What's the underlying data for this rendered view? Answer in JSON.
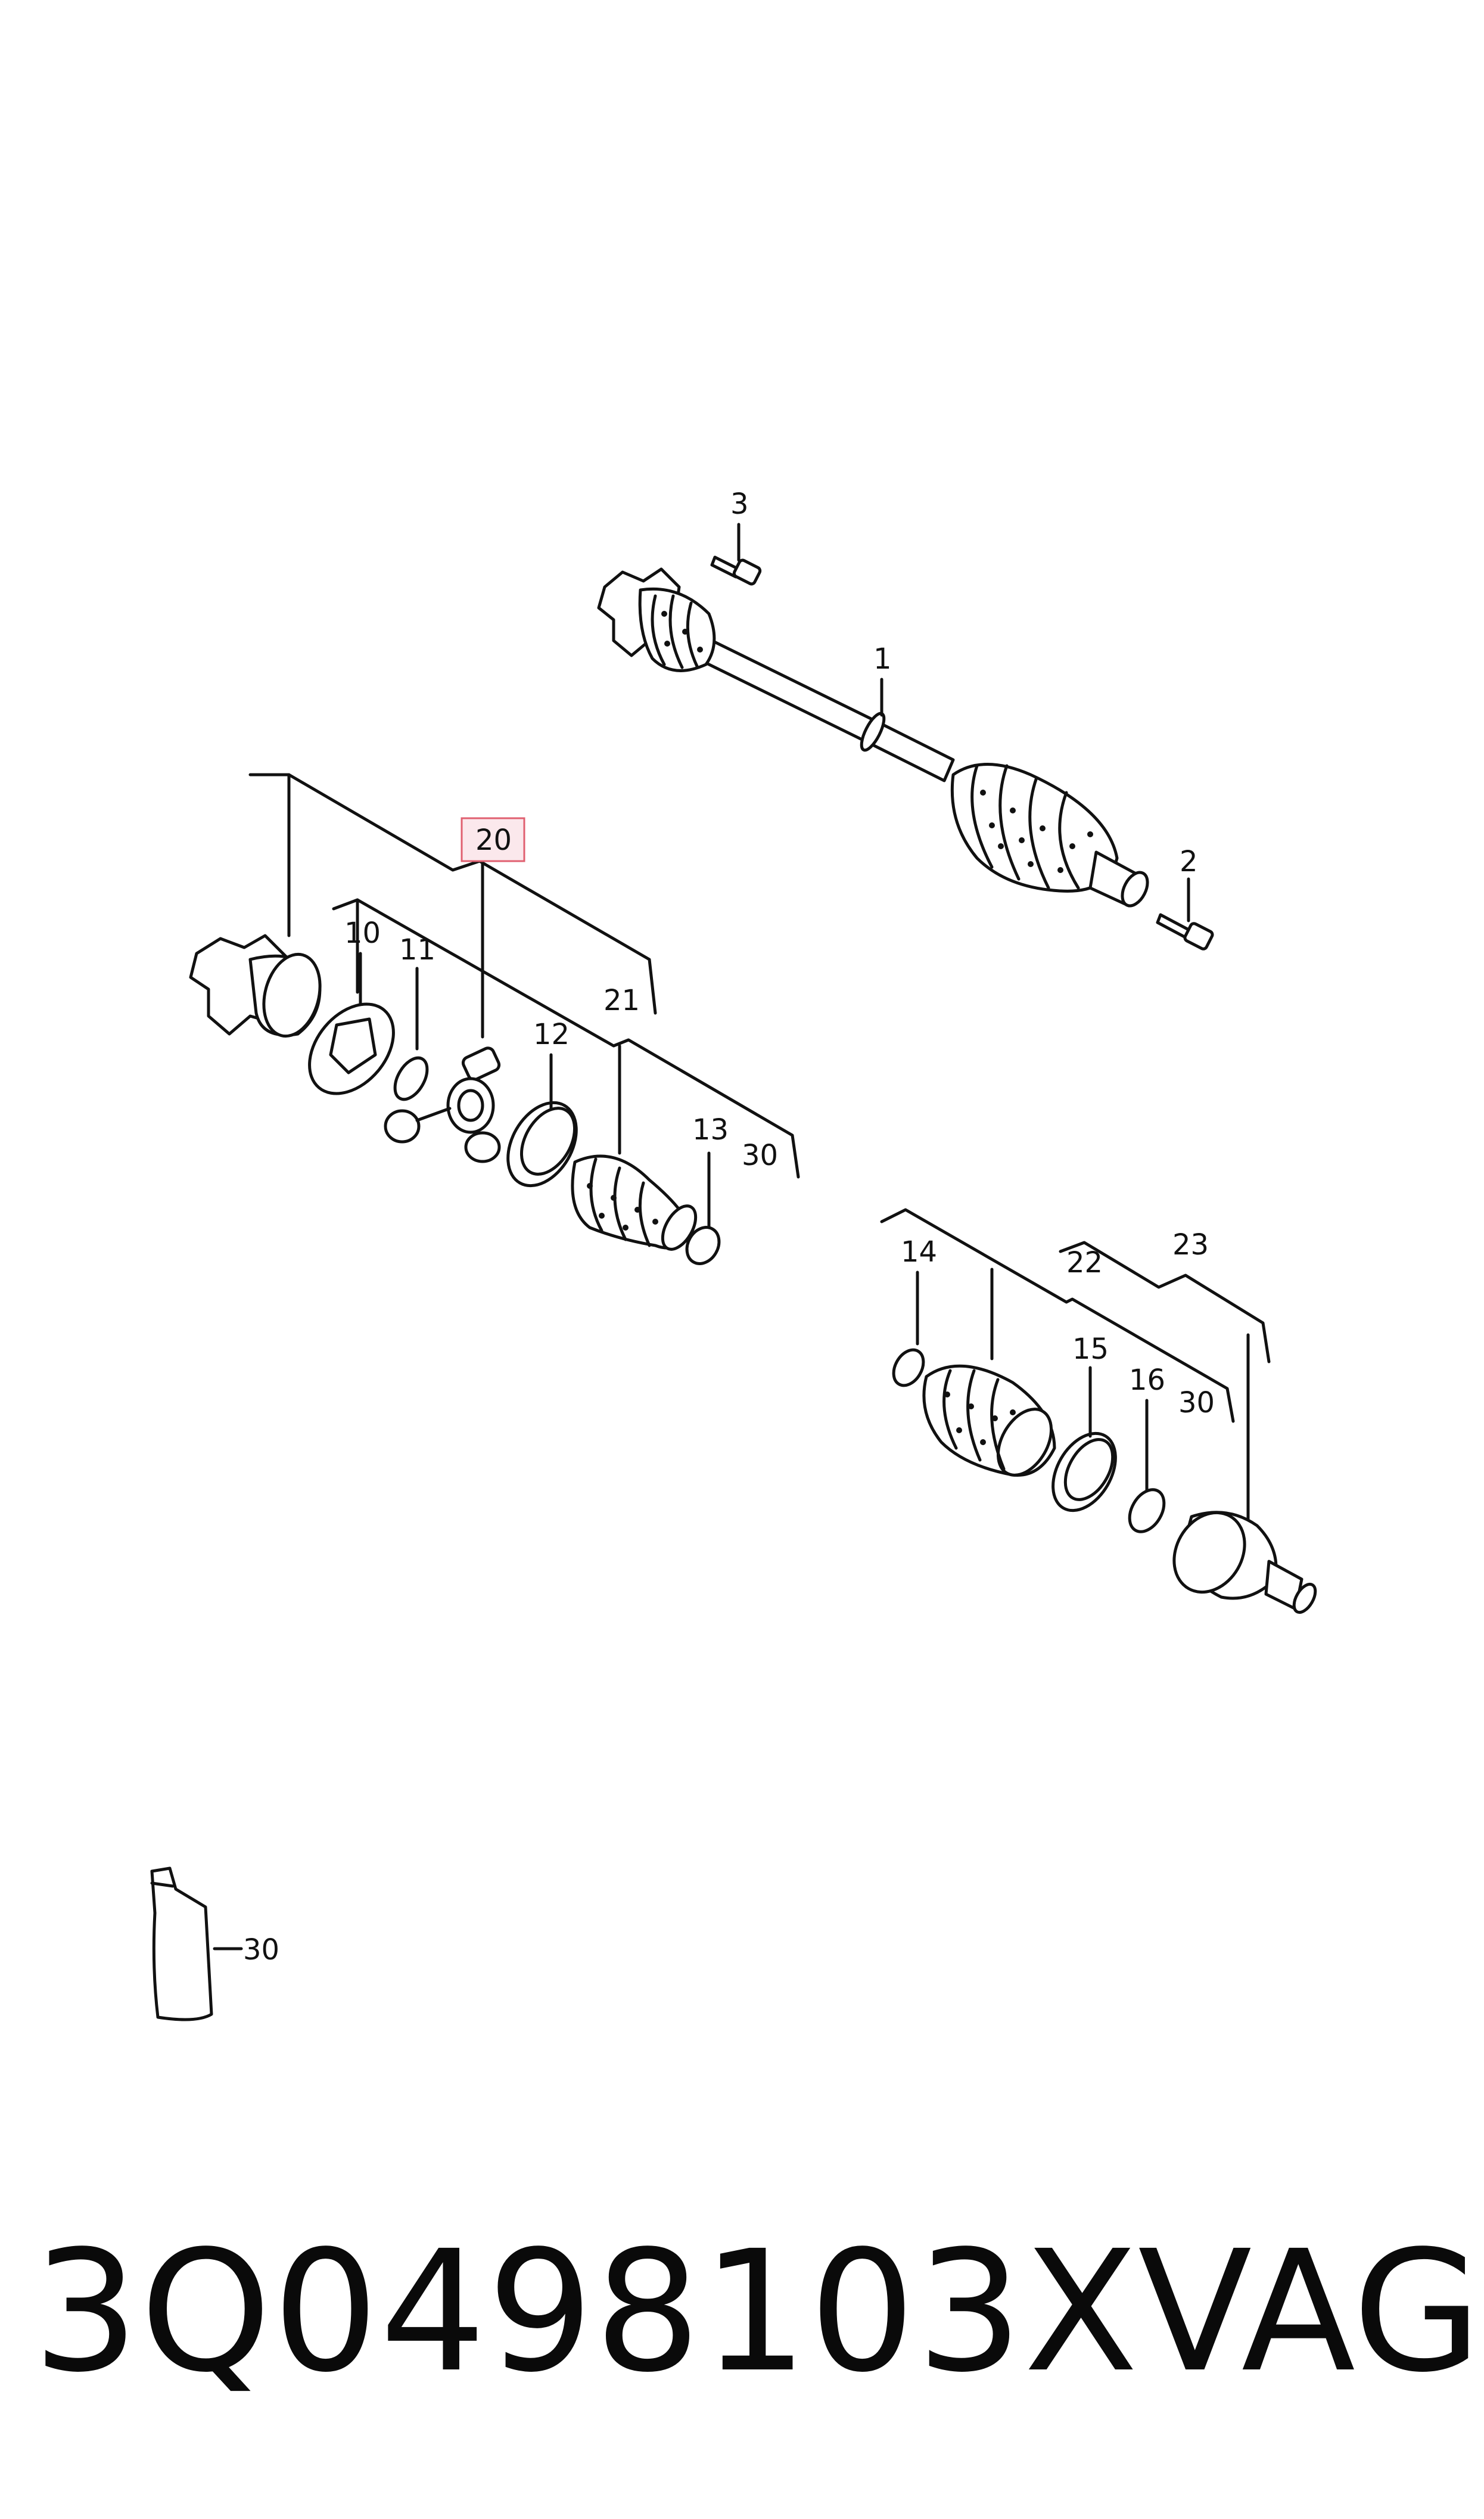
{
  "diagram": {
    "highlight_color": "#e06070",
    "line_color": "#111111",
    "callouts": {
      "c1": "1",
      "c2": "2",
      "c3": "3",
      "c10": "10",
      "c11": "11",
      "c12": "12",
      "c13": "13",
      "c14": "14",
      "c15": "15",
      "c16": "16",
      "c20": "20",
      "c21": "21",
      "c22": "22",
      "c23": "23",
      "c30a": "30",
      "c30b": "30",
      "c30c": "30"
    }
  },
  "footer": {
    "part_number": "3Q0498103X",
    "brand": "VAG"
  }
}
